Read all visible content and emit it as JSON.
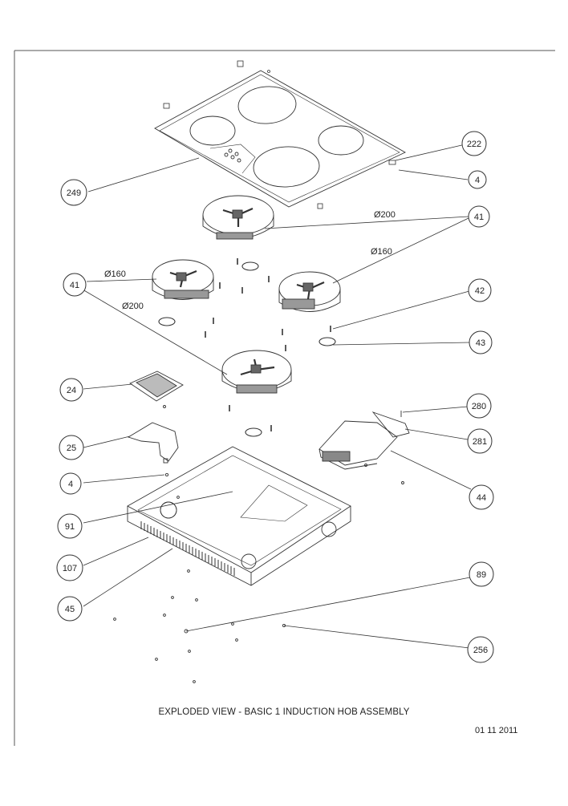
{
  "title": "EXPLODED VIEW - BASIC 1 INDUCTION HOB ASSEMBLY",
  "date": "01 11 2011",
  "callouts": [
    "222",
    "4",
    "249",
    "41",
    "41",
    "42",
    "43",
    "24",
    "280",
    "281",
    "25",
    "4",
    "44",
    "91",
    "107",
    "45",
    "89",
    "256"
  ],
  "dimensions": [
    "Ø200",
    "Ø160",
    "Ø160",
    "Ø200"
  ]
}
